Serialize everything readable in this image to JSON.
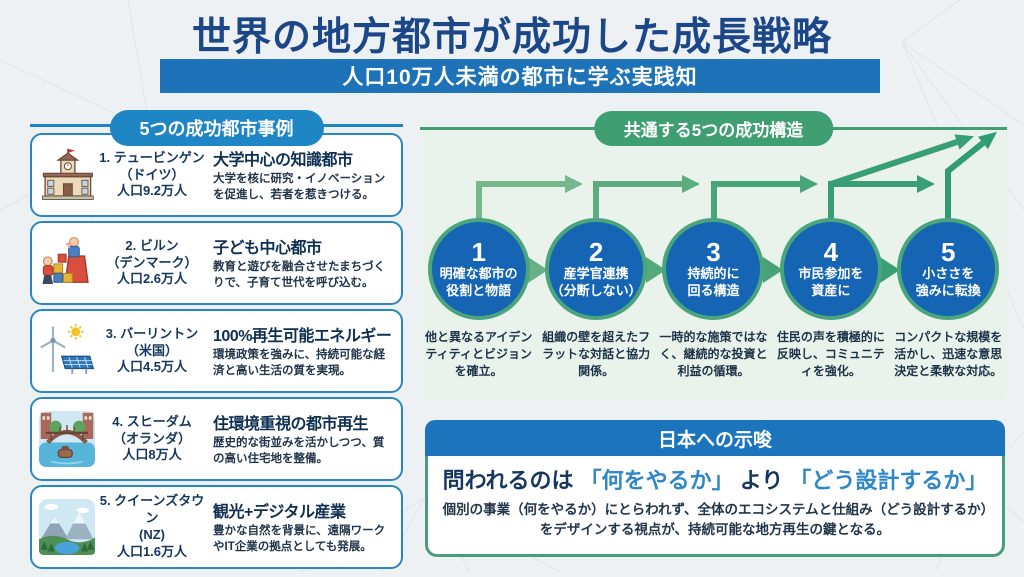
{
  "header": {
    "title": "世界の地方都市が成功した成長戦略",
    "subtitle": "人口10万人未満の都市に学ぶ実践知"
  },
  "left_panel": {
    "header": "5つの成功都市事例",
    "cities": [
      {
        "icon": "school-building-icon",
        "name": "1. テュービンゲン",
        "country": "（ドイツ）",
        "population": "人口9.2万人",
        "title": "大学中心の知識都市",
        "desc": "大学を核に研究・イノベーションを促進し、若者を惹きつける。"
      },
      {
        "icon": "children-playing-icon",
        "name": "2. ビルン",
        "country": "（デンマーク）",
        "population": "人口2.6万人",
        "title": "子ども中心都市",
        "desc": "教育と遊びを融合させたまちづくりで、子育て世代を呼び込む。"
      },
      {
        "icon": "renewable-energy-icon",
        "name": "3. バーリントン",
        "country": "（米国）",
        "population": "人口4.5万人",
        "title": "100%再生可能エネルギー",
        "desc": "環境政策を強みに、持続可能な経済と高い生活の質を実現。"
      },
      {
        "icon": "canal-city-icon",
        "name": "4. スヒーダム",
        "country": "（オランダ）",
        "population": "人口8万人",
        "title": "住環境重視の都市再生",
        "desc": "歴史的な街並みを活かしつつ、質の高い住宅地を整備。"
      },
      {
        "icon": "mountain-lake-icon",
        "name": "5. クイーンズタウン",
        "country": "(NZ)",
        "population": "人口1.6万人",
        "title": "観光+デジタル産業",
        "desc": "豊かな自然を背景に、遠隔ワークやIT企業の拠点としても発展。"
      }
    ]
  },
  "right_panel": {
    "header": "共通する5つの成功構造",
    "steps": [
      {
        "num": "1",
        "label_lines": [
          "明確な都市の",
          "役割と物語"
        ],
        "desc": "他と異なるアイデンティティとビジョンを確立。"
      },
      {
        "num": "2",
        "label_lines": [
          "産学官連携",
          "（分断しない）"
        ],
        "desc": "組織の壁を超えたフラットな対話と協力関係。"
      },
      {
        "num": "3",
        "label_lines": [
          "持続的に",
          "回る構造"
        ],
        "desc": "一時的な施策ではなく、継続的な投資と利益の循環。"
      },
      {
        "num": "4",
        "label_lines": [
          "市民参加を",
          "資産に"
        ],
        "desc": "住民の声を積極的に反映し、コミュニティを強化。"
      },
      {
        "num": "5",
        "label_lines": [
          "小ささを",
          "強みに転換"
        ],
        "desc": "コンパクトな規模を活かし、迅速な意思決定と柔軟な対応。"
      }
    ]
  },
  "insight": {
    "header": "日本への示唆",
    "headline_parts": [
      {
        "text": "問われるのは ",
        "highlight": false
      },
      {
        "text": "「何をやるか」",
        "highlight": true
      },
      {
        "text": " より ",
        "highlight": false
      },
      {
        "text": "「どう設計するか」",
        "highlight": true
      }
    ],
    "body": "個別の事業（何をやるか）にとらわれず、全体のエコシステムと仕組み（どう設計するか）をデザインする視点が、持続可能な地方再生の鍵となる。"
  },
  "colors": {
    "title_navy": "#1b4688",
    "banner_blue": "#1e72b8",
    "card_border_blue": "#2b86c0",
    "panel_green_bg": "#e9f3ec",
    "pill_green": "#3f9e72",
    "circle_blue": "#1565b4",
    "circle_border_green": "#4aa57c",
    "insight_header_blue": "#1b74bc",
    "insight_border_green": "#4a9d7a",
    "highlight_blue": "#2d87c8"
  }
}
